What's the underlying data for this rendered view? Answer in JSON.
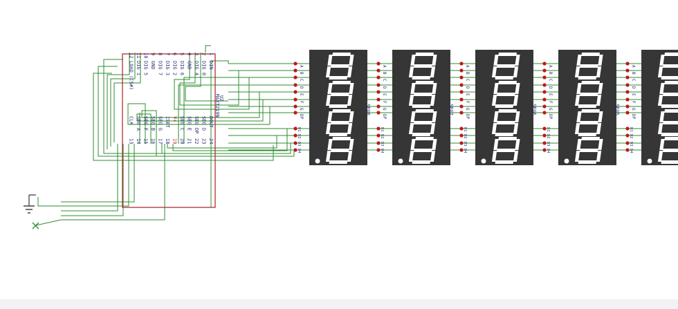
{
  "chip": {
    "ref": "U2",
    "part": "MAX7219N",
    "left_pins": [
      {
        "num": "1",
        "name": "DIN"
      },
      {
        "num": "2",
        "name": "DIG 0"
      },
      {
        "num": "3",
        "name": "DIG 4"
      },
      {
        "num": "4",
        "name": "GND"
      },
      {
        "num": "5",
        "name": "DIG 6"
      },
      {
        "num": "6",
        "name": "DIG 2"
      },
      {
        "num": "7",
        "name": "DIG 3"
      },
      {
        "num": "8",
        "name": "DIG 7"
      },
      {
        "num": "9",
        "name": "GND"
      },
      {
        "num": "10",
        "name": "DIG 5"
      },
      {
        "num": "11",
        "name": "DIG 1"
      },
      {
        "num": "12",
        "name": "LOAD (CS#)"
      }
    ],
    "right_pins": [
      {
        "num": "24",
        "name": "DOUT"
      },
      {
        "num": "23",
        "name": "SEG D"
      },
      {
        "num": "22",
        "name": "SEG DP"
      },
      {
        "num": "21",
        "name": "SEG E"
      },
      {
        "num": "20",
        "name": "SEG C"
      },
      {
        "num": "19",
        "name": "V+"
      },
      {
        "num": "18",
        "name": "ISET"
      },
      {
        "num": "17",
        "name": "SEG G"
      },
      {
        "num": "16",
        "name": "SEG B"
      },
      {
        "num": "15",
        "name": "SEG F"
      },
      {
        "num": "14",
        "name": "SEG A"
      },
      {
        "num": "13",
        "name": "CLK"
      }
    ]
  },
  "displays": [
    {
      "label": "SEG8"
    },
    {
      "label": "SEG7"
    },
    {
      "label": "SEG6"
    },
    {
      "label": "SEG5"
    },
    {
      "label": ""
    }
  ],
  "segment_pins": [
    "A",
    "B",
    "C",
    "D",
    "E",
    "F",
    "G",
    "DP"
  ],
  "common_pins": [
    "D1",
    "D2",
    "D3",
    "D4"
  ],
  "colors": {
    "wire": "#2e8b2e",
    "chip_outline": "#b03030",
    "pin_label": "#2a2a7a",
    "display_body": "#363636",
    "segment": "#ffffff",
    "junction": "#c01818",
    "power_pin": "#cc2222"
  },
  "symbols": [
    "ground-symbol",
    "no-connect-marker"
  ]
}
